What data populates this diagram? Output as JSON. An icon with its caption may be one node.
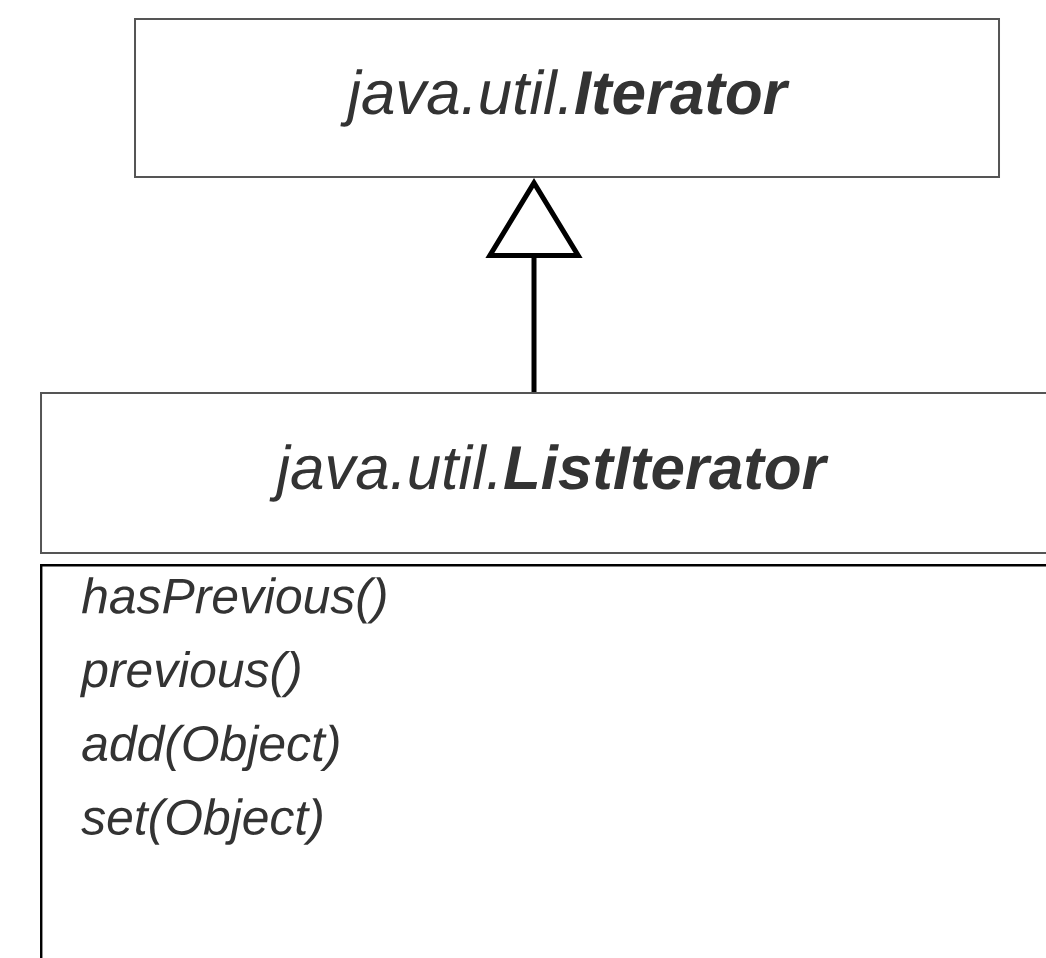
{
  "diagram": {
    "nodes": [
      {
        "text": [
          "java.util.**Iterator**"
        ]
      },
      {
        "text": [
          "java.util.**ListIterator**"
        ]
      },
      {
        "text": [
          "hasPrevious()",
          "previous()",
          "add(Object)",
          "set(Object)"
        ]
      }
    ],
    "edges": [
      {
        "from": 1,
        "to": 0,
        "arrow": "to"
      }
    ]
  }
}
